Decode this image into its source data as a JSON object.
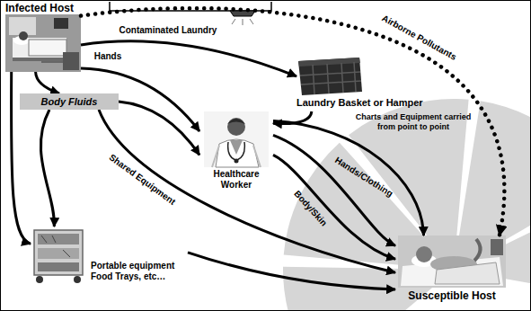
{
  "diagram": {
    "nodes": [
      {
        "text": [
          "Infected Host"
        ]
      },
      {
        "text": [
          "Laundry Basket or Hamper"
        ]
      },
      {
        "text": [
          "Body Fluids"
        ]
      },
      {
        "text": [
          "Healthcare Worker"
        ]
      },
      {
        "text": [
          "Portable equipment Food Trays, etc…"
        ]
      },
      {
        "text": [
          "Susceptible Host"
        ]
      }
    ],
    "edges": [
      {
        "from": 0,
        "to": 1,
        "arrow": "to",
        "label": "Contaminated Laundry"
      },
      {
        "from": 0,
        "to": 5,
        "arrow": "to",
        "label": "Airborne Pollutants"
      },
      {
        "from": 0,
        "to": 3,
        "arrow": "to",
        "label": "Hands"
      },
      {
        "from": 0,
        "to": 2,
        "arrow": "to"
      },
      {
        "from": 0,
        "to": 4,
        "arrow": "to"
      },
      {
        "from": 1,
        "to": 3,
        "arrow": "to"
      },
      {
        "from": 2,
        "to": 3,
        "arrow": "to"
      },
      {
        "from": 2,
        "to": 4,
        "arrow": "to"
      },
      {
        "from": 2,
        "to": 5,
        "arrow": "to",
        "label": "Shared Equipment"
      },
      {
        "from": 3,
        "to": 5,
        "arrow": "to",
        "label": "Charts and Equipment carried from point to point"
      },
      {
        "from": 3,
        "to": 5,
        "arrow": "to",
        "label": "Hands/Clothing"
      },
      {
        "from": 3,
        "to": 5,
        "arrow": "to",
        "label": "Body/Skin"
      },
      {
        "from": 4,
        "to": 5,
        "arrow": "to"
      }
    ]
  }
}
